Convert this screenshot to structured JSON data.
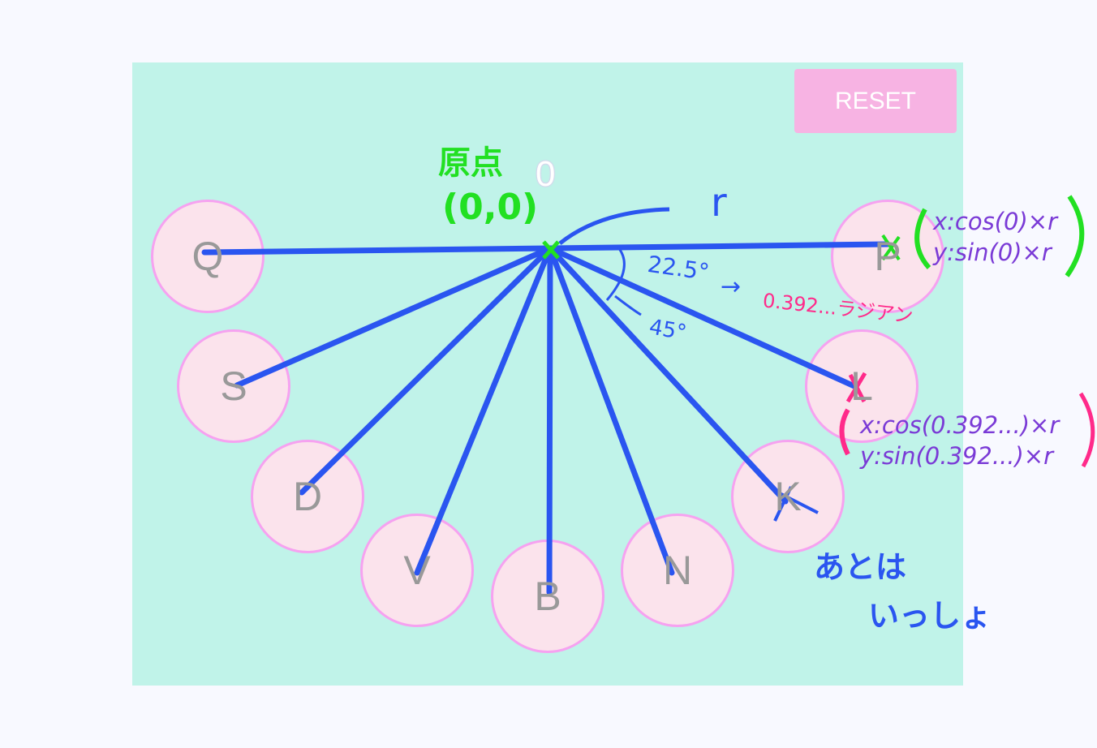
{
  "reset_label": "RESET",
  "origin_label": "0",
  "keys": [
    "Q",
    "S",
    "D",
    "V",
    "B",
    "N",
    "K",
    "L",
    "P"
  ],
  "annotations": {
    "origin_note": "原点",
    "origin_coords": "(0,0)",
    "radius": "r",
    "angle_deg": "22.5°",
    "arrow": "→",
    "angle_rad": "0.392...ラジアン",
    "angle_45": "45°",
    "rest_same": "あとは",
    "rest_same2": "いっしょ",
    "formula_p_x": "x:cos(0)×r",
    "formula_p_y": "y:sin(0)×r",
    "formula_l_x": "x:cos(0.392...)×r",
    "formula_l_y": "y:sin(0.392...)×r"
  },
  "colors": {
    "canvas": "#c0f3e9",
    "button": "#f7b3e3",
    "lines": "#2a55f0",
    "green": "#22e022",
    "pink": "#ff2a8a",
    "purple": "#7a3ad6"
  }
}
